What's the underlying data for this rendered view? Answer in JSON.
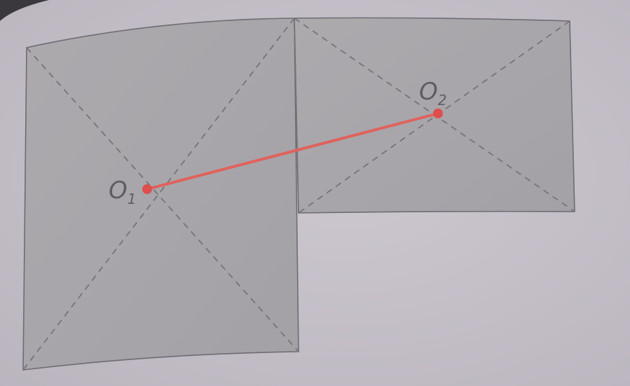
{
  "figure": {
    "points": [
      {
        "id": "O1",
        "letter": "O",
        "subscript": "1"
      },
      {
        "id": "O2",
        "letter": "O",
        "subscript": "2"
      }
    ],
    "colors": {
      "page_background": "#c6c1c9",
      "shape_fill": "#a8a6aa",
      "shape_outline": "#6f6c73",
      "dashed_diagonals": "#77737a",
      "segment": "#e0625c",
      "point": "#df4e4e",
      "label_text": "#5f5c66"
    }
  }
}
